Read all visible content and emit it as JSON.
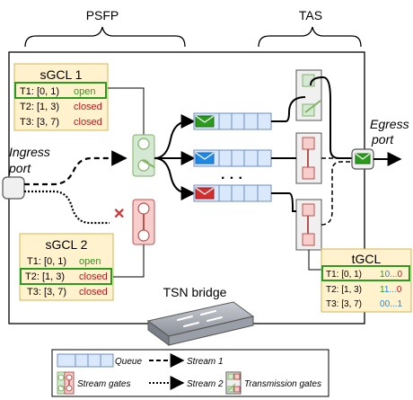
{
  "labels": {
    "psfp": "PSFP",
    "tas": "TAS",
    "ingress": "Ingress",
    "ingress2": "port",
    "egress": "Egress",
    "egress2": "port",
    "bridge": "TSN bridge",
    "dots": "· · ·"
  },
  "sgcl1": {
    "title": "sGCL 1",
    "rows": [
      {
        "t": "T1: [0, 1)",
        "s": "open"
      },
      {
        "t": "T2: [1, 3)",
        "s": "closed"
      },
      {
        "t": "T3: [3, 7)",
        "s": "closed"
      }
    ]
  },
  "sgcl2": {
    "title": "sGCL 2",
    "rows": [
      {
        "t": "T1: [0, 1)",
        "s": "open"
      },
      {
        "t": "T2: [1, 3)",
        "s": "closed"
      },
      {
        "t": "T3: [3, 7)",
        "s": "closed"
      }
    ]
  },
  "tgcl": {
    "title": "tGCL",
    "rows": [
      {
        "t": "T1: [0, 1)",
        "a": "1",
        "b": "0",
        "mid": "...",
        "c": "0"
      },
      {
        "t": "T2: [1, 3)",
        "a": "1",
        "b": "1",
        "mid": "...",
        "c": "0"
      },
      {
        "t": "T3: [3, 7)",
        "a": "0",
        "b": "0",
        "mid": "...",
        "c": "1"
      }
    ]
  },
  "legend": {
    "queue": "Queue",
    "stream1": "Stream 1",
    "stream_gates": "Stream gates",
    "stream2": "Stream 2",
    "transmission_gates": "Transmission gates"
  },
  "colors": {
    "box_fill": "#fff2cc",
    "box_border": "#d6b656",
    "highlight": "#2a9b1c",
    "queue_fill": "#dae8fc",
    "queue_border": "#6c8ebf",
    "gate_green": "#d5e8d4",
    "gate_red": "#f8cecc"
  }
}
